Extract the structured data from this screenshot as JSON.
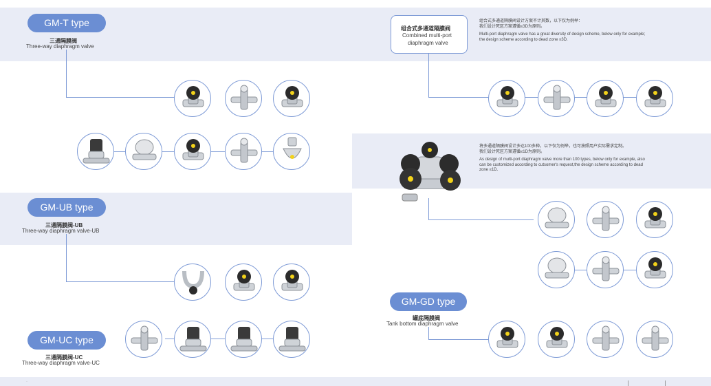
{
  "colors": {
    "accent": "#6b8ed3",
    "band": "#e9ecf6",
    "line": "#7d9ad6"
  },
  "gm_t": {
    "badge": "GM-T type",
    "cn": "三通隔膜阀",
    "en": "Three-way diaphragm valve"
  },
  "gm_ub": {
    "badge": "GM-UB type",
    "cn": "三通隔膜阀-UB",
    "en": "Three-way diaphragm valve-UB"
  },
  "gm_uc": {
    "badge": "GM-UC type",
    "cn": "三通隔膜阀-UC",
    "en": "Three-way diaphragm valve-UC"
  },
  "gm_gd": {
    "badge": "GM-GD type",
    "cn": "罐底隔膜阀",
    "en": "Tank bottom diaphragm valve"
  },
  "multiport": {
    "box_cn": "组合式多通道隔膜阀",
    "box_en1": "Combined multi-port",
    "box_en2": "diaphragm valve",
    "desc_cn1": "组合式多通道隔膜阀设计方案不计其数，以下仅为例举：",
    "desc_cn2": "我们设计死区方案遵循≤3D为原则。",
    "desc_en1": "Multi-port diaphragm valve has a great diversity of design scheme, below only for example;",
    "desc_en2": "the design scheme according to dead zone ≤3D."
  },
  "multiport2": {
    "desc_cn1": "将多通道隔膜阀设计多达100多种，以下仅为例举，也可按照用户实际需求定制。",
    "desc_cn2": "我们设计死区方案遵循≤1D为原则。",
    "desc_en1": "As design of multi-port diaphragm valve more than 100 types, below only for example, also",
    "desc_en2": "can be customized according to cutsomer's request,the design scheme according to dead",
    "desc_en3": "zone ≤1D."
  }
}
